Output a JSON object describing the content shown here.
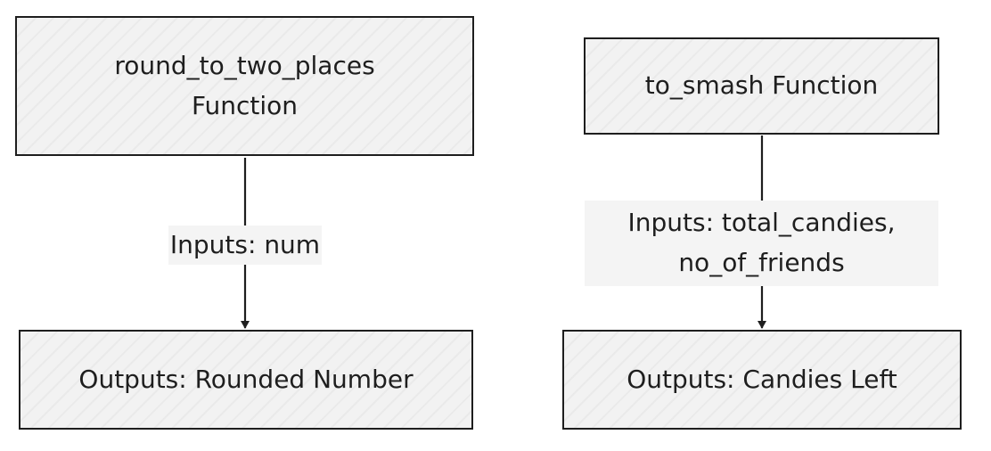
{
  "diagram": {
    "left": {
      "function_box": {
        "line1": "round_to_two_places",
        "line2": "Function"
      },
      "edge_label": "Inputs: num",
      "output_box": "Outputs: Rounded Number"
    },
    "right": {
      "function_box": "to_smash Function",
      "edge_label": {
        "line1": "Inputs: total_candies,",
        "line2": "no_of_friends"
      },
      "output_box": "Outputs: Candies Left"
    }
  }
}
